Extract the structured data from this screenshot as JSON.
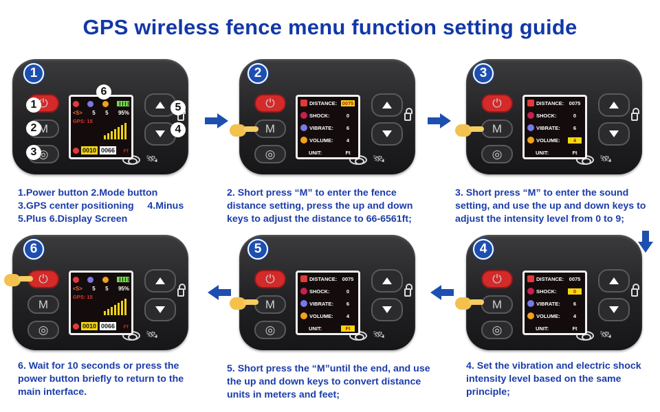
{
  "title": "GPS wireless fence menu function setting guide",
  "menu_labels": {
    "distance": "DISTANCE:",
    "shock": "SHOCK:",
    "vibrate": "VIBRATE:",
    "volume": "VOLUME:",
    "unit": "UNIT:"
  },
  "menu_values": {
    "distance": "0075",
    "shock": "0",
    "vibrate": "6",
    "volume": "4",
    "unit": "Ft"
  },
  "home_screen": {
    "left_num": "5",
    "mid_num": "5",
    "battery_pct": "95%",
    "gps": "GPS: 15",
    "dist_a": "0010",
    "dist_b": "0066",
    "ft": "FT",
    "back_label": "<5>"
  },
  "device_1_labels": {
    "n1": "1",
    "n2": "2",
    "n3": "3",
    "n4": "4",
    "n5": "5",
    "n6": "6"
  },
  "mode_label": "M",
  "steps": [
    {
      "badge": "1"
    },
    {
      "badge": "2"
    },
    {
      "badge": "3"
    },
    {
      "badge": "6"
    },
    {
      "badge": "5"
    },
    {
      "badge": "4"
    }
  ],
  "captions": {
    "c1_l1": "1.Power button  2.Mode button",
    "c1_l2": "3.GPS center positioning     4.Minus",
    "c1_l3": "5.Plus  6.Display Screen",
    "c2_l1": "2. Short press “M” to enter the fence",
    "c2_l2": "distance setting, press the up and down",
    "c2_l3": "keys to adjust the distance to 66-6561ft;",
    "c3_l1": "3. Short press “M” to enter the sound",
    "c3_l2": "setting, and use the up and down keys to",
    "c3_l3": "adjust the intensity level from 0 to 9;",
    "c6_l1": "6. Wait for 10 seconds or press the",
    "c6_l2": "power button briefly to return to the",
    "c6_l3": "main interface.",
    "c5_l1": "5. Short press the “M”until the end, and use",
    "c5_l2": "the up and down keys to convert distance",
    "c5_l3": "units in meters and feet;",
    "c4_l1": "4. Set the vibration and electric shock",
    "c4_l2": "intensity level based on the same",
    "c4_l3": "principle;"
  },
  "colors": {
    "accent_blue": "#1d4fb0",
    "title_blue": "#1238a8",
    "highlight_yellow": "#f7d70f",
    "power_red": "#d42a2a"
  },
  "icons": [
    "power-icon",
    "gps-center-icon",
    "up-arrow-icon",
    "down-arrow-icon",
    "lock-icon",
    "satellite-icon",
    "pointing-hand-icon",
    "flow-arrow-icon"
  ]
}
